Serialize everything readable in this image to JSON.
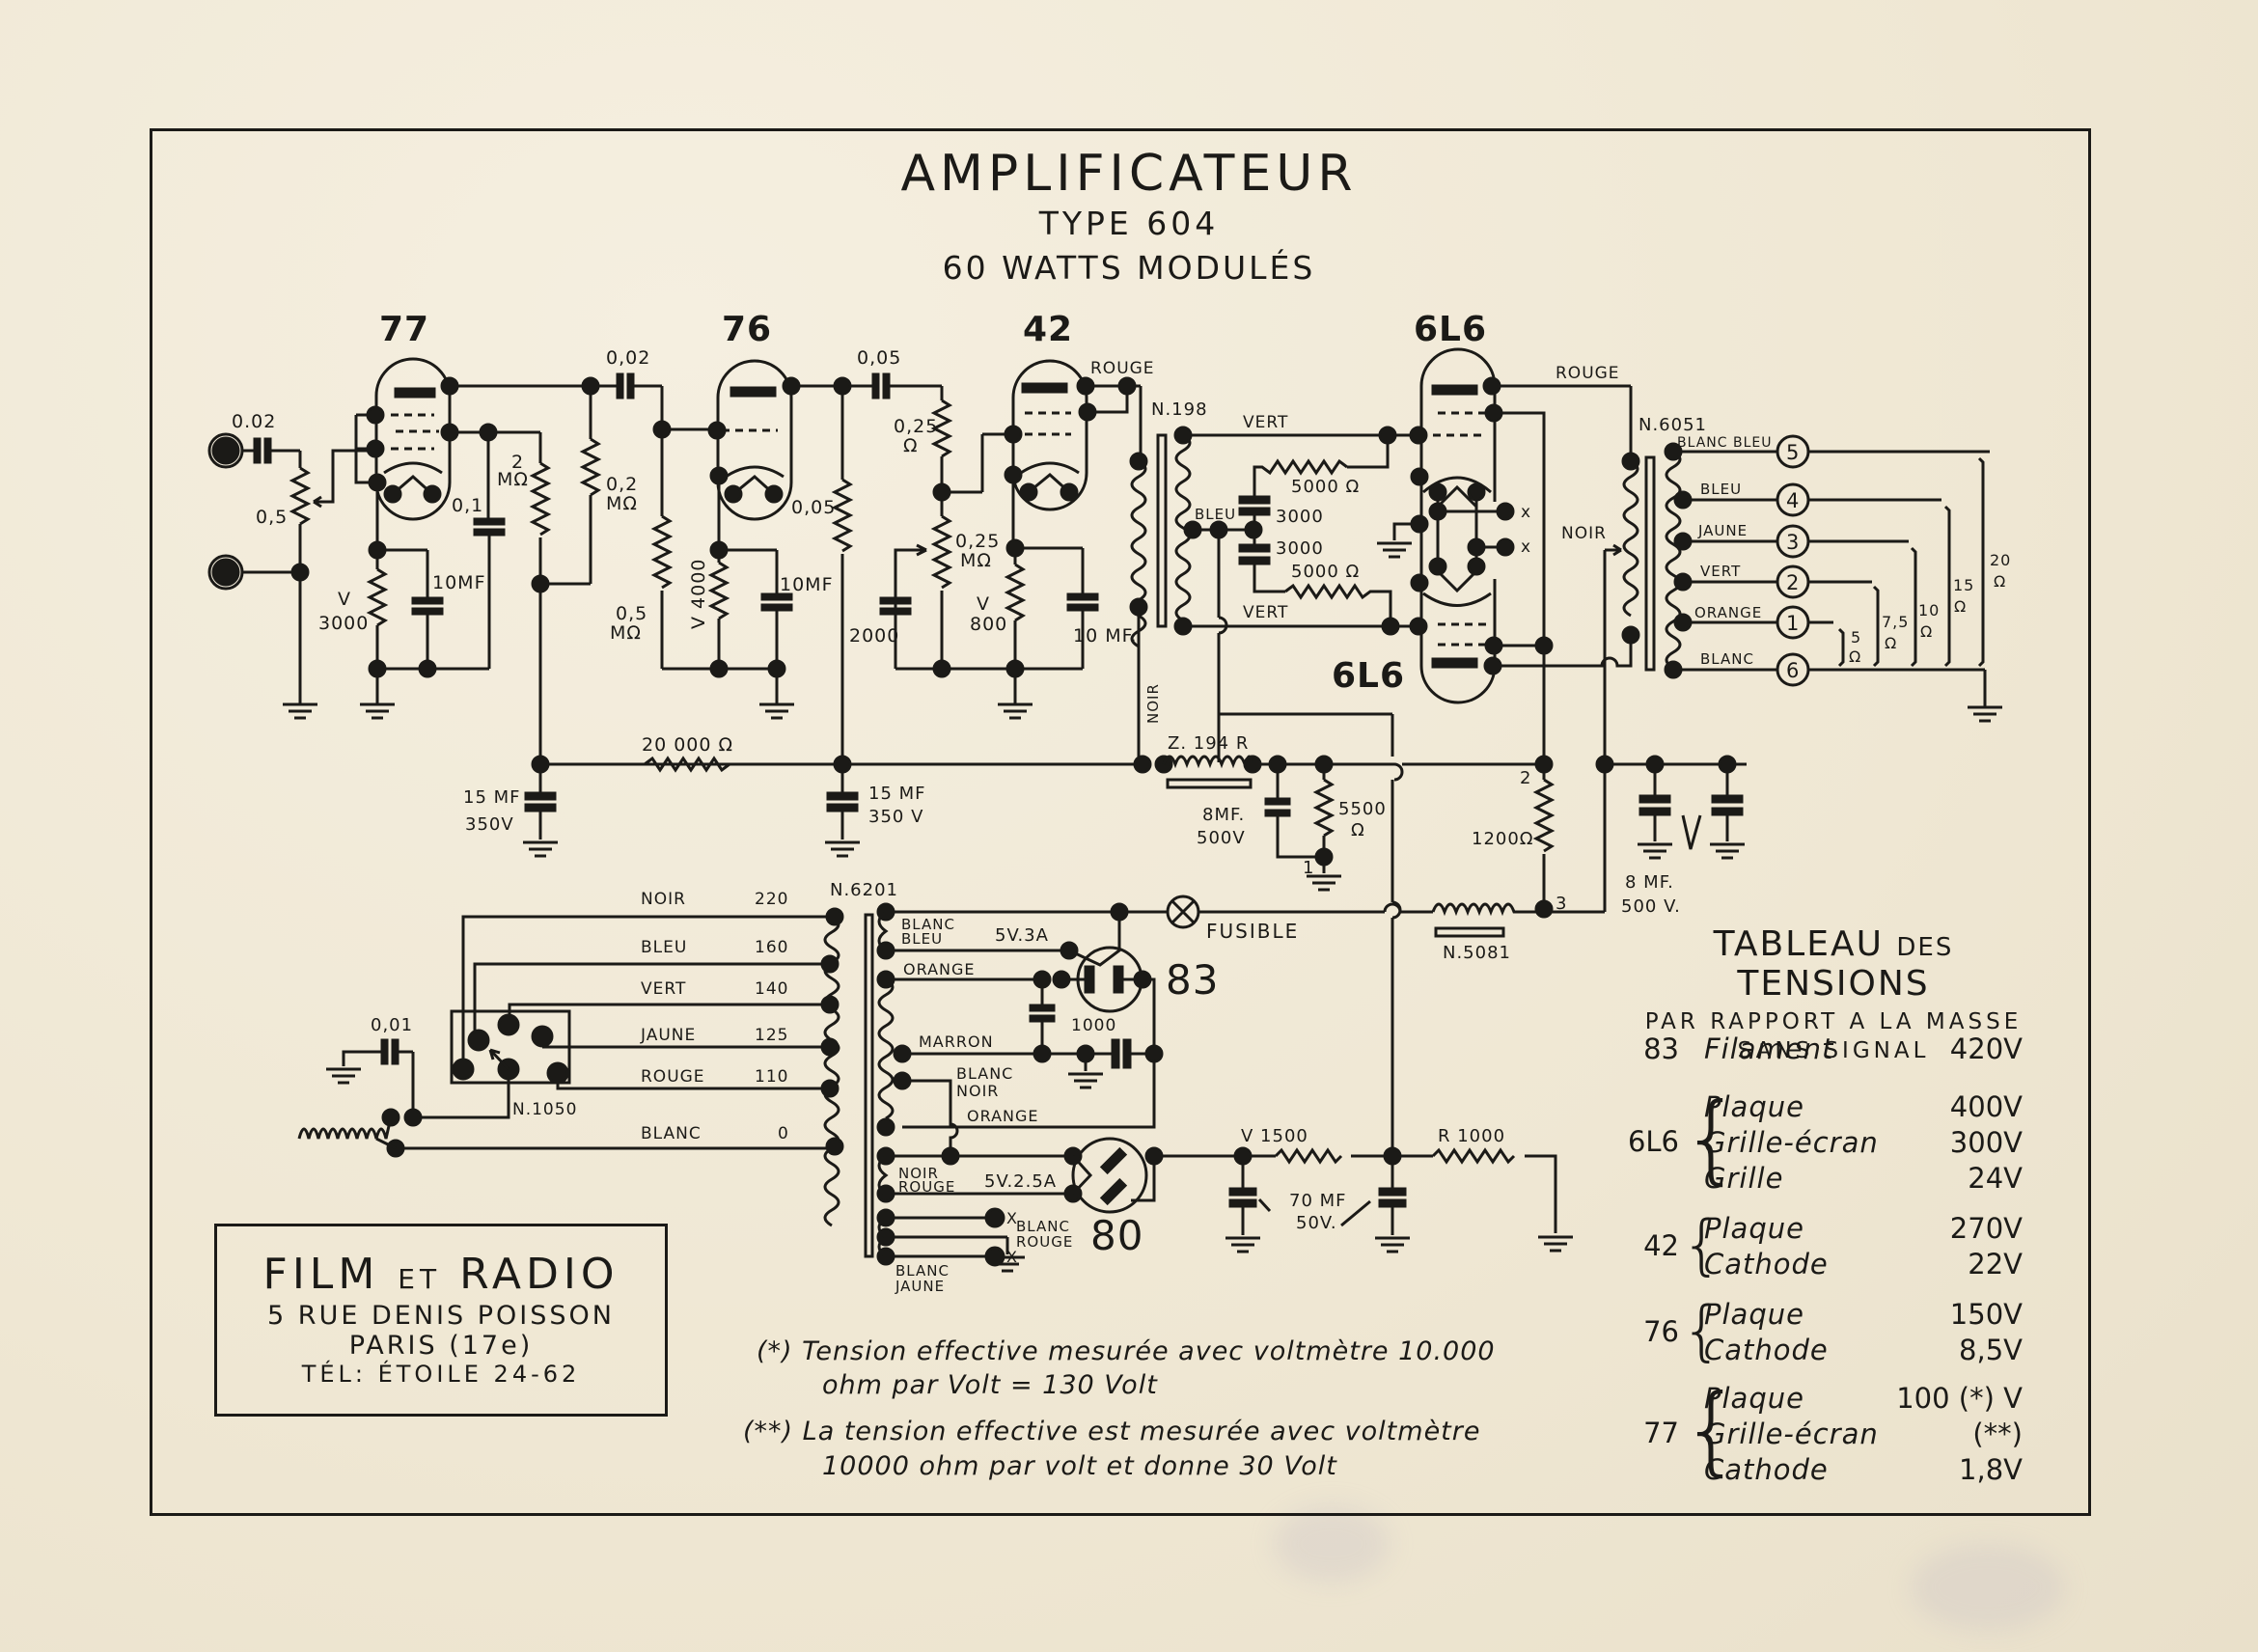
{
  "title": {
    "main": "AMPLIFICATEUR",
    "type": "TYPE 604",
    "power": "60 WATTS MODULÉS"
  },
  "tubes": {
    "t77": "77",
    "t76": "76",
    "t42": "42",
    "t6l6_top": "6L6",
    "t6l6_bottom": "6L6",
    "t83": "83",
    "t80": "80"
  },
  "stage1": {
    "input_cap": "0.02",
    "volume_pot": "0,5",
    "cathode_res_v": "V",
    "cathode_res": "3000",
    "cathode_cap": "10MF",
    "screen_cap": "0,1",
    "screen_res": "2",
    "screen_res_unit": "MΩ",
    "plate_res": "0,2",
    "plate_res_unit": "MΩ",
    "coupling_cap": "0,02"
  },
  "stage2": {
    "grid_res": "0,5",
    "grid_res_unit": "MΩ",
    "cathode_res": "V 4000",
    "cathode_cap": "10MF",
    "plate_res": "0,05",
    "coupling_cap": "0,05"
  },
  "stage3": {
    "series_res": "0,25",
    "series_res_unit": "Ω",
    "tone_pot": "0,25",
    "tone_pot_unit": "MΩ",
    "tone_cap": "2000",
    "cathode_res_v": "V",
    "cathode_res": "800",
    "cathode_cap": "10 MF.",
    "plate_wire": "ROUGE"
  },
  "driver_transformer": {
    "name": "N.198",
    "wire_top": "VERT",
    "wire_mid": "BLEU",
    "wire_bottom": "VERT",
    "wire_primary_bottom": "NOIR",
    "res_top": "5000 Ω",
    "res_bottom": "5000 Ω",
    "cap_top": "3000",
    "cap_bottom": "3000"
  },
  "output_transformer": {
    "name": "N.6051",
    "primary_top": "ROUGE",
    "primary_tap": "NOIR",
    "taps": [
      {
        "wire": "BLANC BLEU",
        "terminal": "5"
      },
      {
        "wire": "BLEU",
        "terminal": "4"
      },
      {
        "wire": "JAUNE",
        "terminal": "3"
      },
      {
        "wire": "VERT",
        "terminal": "2"
      },
      {
        "wire": "ORANGE",
        "terminal": "1"
      },
      {
        "wire": "BLANC",
        "terminal": "6"
      }
    ],
    "impedances": [
      "5",
      "7,5",
      "10",
      "15",
      "20"
    ],
    "ohm": "Ω",
    "x_mark": "x"
  },
  "filter": {
    "res_main": "20 000 Ω",
    "cap_left_value": "15 MF",
    "cap_left_voltage": "350V",
    "cap_mid_value": "15 MF",
    "cap_mid_voltage": "350 V",
    "choke1": "Z. 194 R",
    "cap_choke_value": "8MF.",
    "cap_choke_voltage": "500V",
    "res_bleed": "5500",
    "res_bleed_unit": "Ω",
    "node1": "1",
    "node2": "2",
    "node3": "3",
    "res_1200": "1200Ω",
    "choke2": "N.5081",
    "cap_pair_value": "8 MF.",
    "cap_pair_voltage": "500 V.",
    "fuse": "FUSIBLE"
  },
  "power_transformer": {
    "name": "N.6201",
    "primary": [
      {
        "wire": "NOIR",
        "volts": "220"
      },
      {
        "wire": "BLEU",
        "volts": "160"
      },
      {
        "wire": "VERT",
        "volts": "140"
      },
      {
        "wire": "JAUNE",
        "volts": "125"
      },
      {
        "wire": "ROUGE",
        "volts": "110"
      },
      {
        "wire": "BLANC",
        "volts": "0"
      }
    ],
    "selector": "N.1050",
    "mains_cap": "0,01",
    "sec_blanc_bleu_1": "BLANC",
    "sec_blanc_bleu_2": "BLEU",
    "sec_83_heater": "5V.3A",
    "sec_orange": "ORANGE",
    "sec_marron": "MARRON",
    "sec_blanc_noir_1": "BLANC",
    "sec_blanc_noir_2": "NOIR",
    "sec_orange2": "ORANGE",
    "sec_noir_rouge_1": "NOIR",
    "sec_noir_rouge_2": "ROUGE",
    "sec_80_heater": "5V.2.5A",
    "sec_blanc_rouge_1": "BLANC",
    "sec_blanc_rouge_2": "ROUGE",
    "sec_blanc_jaune_1": "BLANC",
    "sec_blanc_jaune_2": "JAUNE",
    "cap_1000": "1000",
    "x_mark": "X"
  },
  "bias": {
    "res_v": "V 1500",
    "res_r": "R 1000",
    "cap_value": "70 MF",
    "cap_voltage": "50V."
  },
  "company": {
    "name_1": "FILM",
    "name_et": "ET",
    "name_2": "RADIO",
    "address": "5 RUE DENIS POISSON",
    "city": "PARIS (17e)",
    "phone": "TÉL: ÉTOILE 24-62"
  },
  "voltage_table": {
    "title_1": "TABLEAU",
    "title_des": "DES",
    "title_2": "TENSIONS",
    "subtitle_1": "PAR RAPPORT A LA MASSE",
    "subtitle_2": "SANS SIGNAL",
    "groups": [
      {
        "tube": "83",
        "rows": [
          {
            "label": "Filament",
            "value": "420V"
          }
        ]
      },
      {
        "tube": "6L6",
        "rows": [
          {
            "label": "Plaque",
            "value": "400V"
          },
          {
            "label": "Grille-écran",
            "value": "300V"
          },
          {
            "label": "Grille",
            "value": "24V"
          }
        ]
      },
      {
        "tube": "42",
        "rows": [
          {
            "label": "Plaque",
            "value": "270V"
          },
          {
            "label": "Cathode",
            "value": "22V"
          }
        ]
      },
      {
        "tube": "76",
        "rows": [
          {
            "label": "Plaque",
            "value": "150V"
          },
          {
            "label": "Cathode",
            "value": "8,5V"
          }
        ]
      },
      {
        "tube": "77",
        "rows": [
          {
            "label": "Plaque",
            "value": "100 (*) V"
          },
          {
            "label": "Grille-écran",
            "value": "(**)"
          },
          {
            "label": "Cathode",
            "value": "1,8V"
          }
        ]
      }
    ]
  },
  "notes": {
    "n1_mark": "(*)",
    "n1_line1": "Tension effective mesurée avec voltmètre 10.000",
    "n1_line2": "ohm par Volt = 130 Volt",
    "n2_mark": "(**)",
    "n2_line1": "La tension effective est mesurée avec voltmètre",
    "n2_line2": "10000 ohm par volt et donne 30 Volt"
  }
}
